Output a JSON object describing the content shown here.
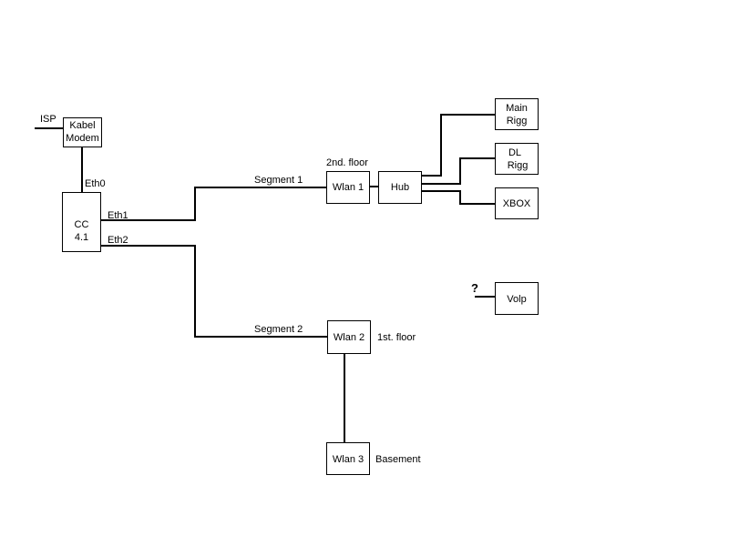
{
  "nodes": {
    "kabel_modem": {
      "line1": "Kabel",
      "line2": "Modem"
    },
    "cc": {
      "line1": "CC",
      "line2": "4.1"
    },
    "wlan1": {
      "label": "Wlan 1"
    },
    "wlan2": {
      "label": "Wlan 2"
    },
    "wlan3": {
      "label": "Wlan 3"
    },
    "hub": {
      "label": "Hub"
    },
    "main_rigg": {
      "line1": "Main",
      "line2": "Rigg"
    },
    "dl_rigg": {
      "line1": "DL",
      "line2": "Rigg"
    },
    "xbox": {
      "label": "XBOX"
    },
    "voip": {
      "label": "Volp"
    }
  },
  "labels": {
    "isp": "ISP",
    "eth0": "Eth0",
    "eth1": "Eth1",
    "eth2": "Eth2",
    "segment1": "Segment 1",
    "segment2": "Segment 2",
    "floor2": "2nd. floor",
    "floor1": "1st. floor",
    "basement": "Basement",
    "unknown": "?"
  }
}
